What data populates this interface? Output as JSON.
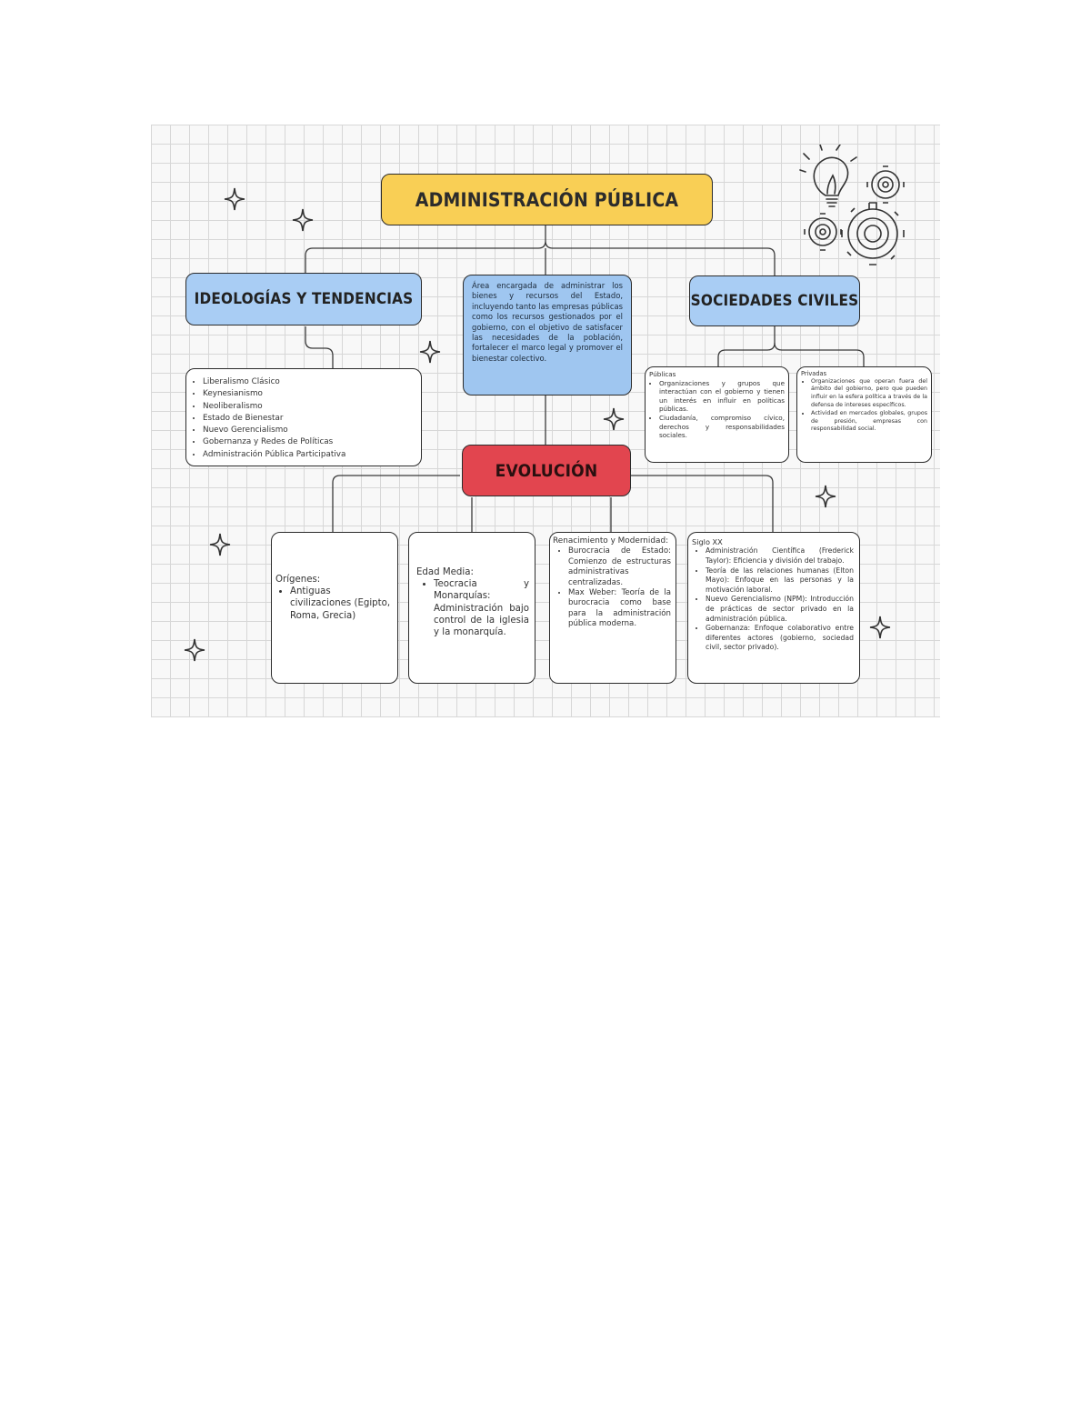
{
  "titles": {
    "main": "ADMINISTRACIÓN PÚBLICA",
    "ideologias": "IDEOLOGÍAS Y TENDENCIAS",
    "sociedades": "SOCIEDADES CIVILES",
    "evolucion": "EVOLUCIÓN"
  },
  "definition": "Área encargada de administrar los bienes y recursos del Estado, incluyendo tanto las empresas públicas como los recursos gestionados por el gobierno, con el objetivo de satisfacer las necesidades de la población, fortalecer el marco legal y promover el bienestar colectivo.",
  "ideologias": {
    "items": [
      "Liberalismo Clásico",
      "Keynesianismo",
      "Neoliberalismo",
      "Estado de Bienestar",
      "Nuevo Gerencialismo",
      "Gobernanza y Redes de Políticas",
      "Administración Pública Participativa"
    ]
  },
  "sociedades": {
    "publicas": {
      "heading": "Públicas",
      "items": [
        "Organizaciones y grupos que interactúan con el gobierno y tienen un interés en influir en políticas públicas.",
        "Ciudadanía, compromiso cívico, derechos y responsabilidades sociales."
      ]
    },
    "privadas": {
      "heading": "Privadas",
      "items": [
        "Organizaciones que operan fuera del ámbito del gobierno, pero que pueden influir en la esfera política a través de la defensa de intereses específicos.",
        "Actividad en mercados globales, grupos de presión, empresas con responsabilidad social."
      ]
    }
  },
  "evolucion": {
    "origenes": {
      "heading": "Orígenes:",
      "items": [
        "Antiguas civilizaciones (Egipto, Roma, Grecia)"
      ]
    },
    "edad_media": {
      "heading": "Edad Media:",
      "items": [
        "Teocracia y Monarquías: Administración bajo control de la iglesia y la monarquía."
      ]
    },
    "renacimiento": {
      "heading": "Renacimiento y Modernidad:",
      "items": [
        "Burocracia de Estado: Comienzo de estructuras administrativas centralizadas.",
        "Max Weber: Teoría de la burocracia como base para la administración pública moderna."
      ]
    },
    "siglo_xx": {
      "heading": "Siglo XX",
      "items": [
        "Administración Científica (Frederick Taylor): Eficiencia y división del trabajo.",
        "Teoría de las relaciones humanas (Elton Mayo): Enfoque en las personas y la motivación laboral.",
        "Nuevo Gerencialismo (NPM): Introducción de prácticas de sector privado en la administración pública.",
        "Gobernanza: Enfoque colaborativo entre diferentes actores (gobierno, sociedad civil, sector privado)."
      ]
    }
  },
  "colors": {
    "main_title": "#f9cf55",
    "blue_title": "#a9cdf4",
    "definition_bg": "#9fc6f0",
    "evolucion": "#e2454f",
    "outline": "#2b2b2b",
    "grid": "#d7d7d7"
  },
  "decorations": [
    "sparkle-icon",
    "lightbulb-icon",
    "gears-icon"
  ]
}
